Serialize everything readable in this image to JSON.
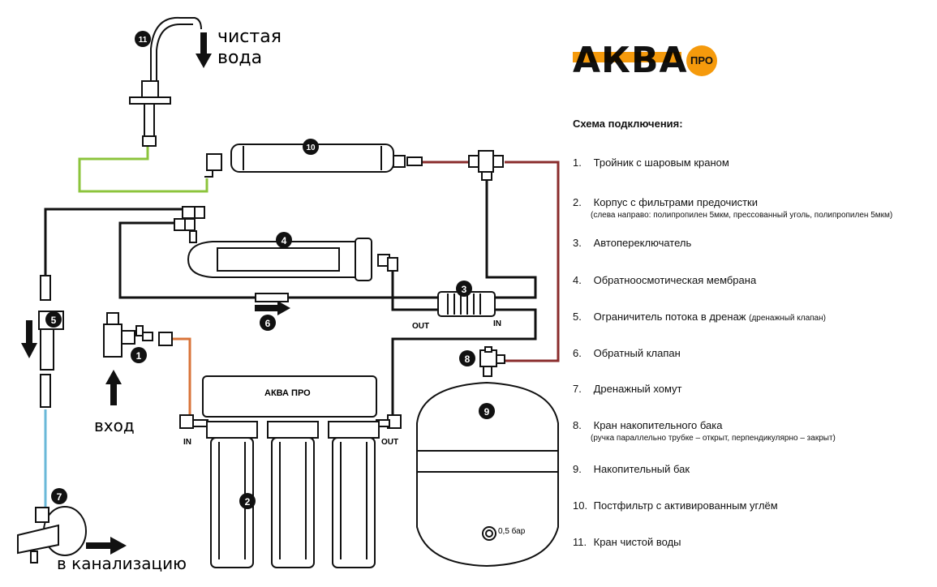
{
  "logo": {
    "text": "АКВА",
    "badge": "ПРО"
  },
  "legend": {
    "title": "Схема подключения:",
    "items": [
      {
        "num": "1.",
        "text": "Тройник с шаровым краном",
        "small": "",
        "sub": ""
      },
      {
        "num": "2.",
        "text": "Корпус с фильтрами предочистки",
        "small": "",
        "sub": "(слева направо: полипропилен 5мкм, прессованный уголь, полипропилен 5мкм)"
      },
      {
        "num": "3.",
        "text": "Автопереключатель",
        "small": "",
        "sub": ""
      },
      {
        "num": "4.",
        "text": "Обратноосмотическая мембрана",
        "small": "",
        "sub": ""
      },
      {
        "num": "5.",
        "text": "Ограничитель потока в дренаж",
        "small": "(дренажный клапан)",
        "sub": ""
      },
      {
        "num": "6.",
        "text": "Обратный клапан",
        "small": "",
        "sub": ""
      },
      {
        "num": "7.",
        "text": "Дренажный хомут",
        "small": "",
        "sub": ""
      },
      {
        "num": "8.",
        "text": "Кран накопительного бака",
        "small": "",
        "sub": "(ручка параллельно трубке – открыт, перпендикулярно – закрыт)"
      },
      {
        "num": "9.",
        "text": "Накопительный бак",
        "small": "",
        "sub": ""
      },
      {
        "num": "10.",
        "text": "Постфильтр с активированным углём",
        "small": "",
        "sub": ""
      },
      {
        "num": "11.",
        "text": "Кран чистой воды",
        "small": "",
        "sub": ""
      }
    ]
  },
  "diagram": {
    "clean_water_line1": "чистая",
    "clean_water_line2": "вода",
    "input_label": "вход",
    "drain_label": "в канализацию",
    "housing_brand": "АКВА ПРО",
    "in_label": "IN",
    "out_label": "OUT",
    "tank_pressure": "0,5 бар",
    "markers": [
      "1",
      "2",
      "3",
      "4",
      "5",
      "6",
      "7",
      "8",
      "9",
      "10",
      "11"
    ]
  },
  "colors": {
    "accent": "#f59a0c",
    "green_tube": "#8cc43c",
    "orange_tube": "#d9743a",
    "red_tube": "#8a2c2c",
    "blue_tube": "#6ab8d8",
    "tube": "#111111"
  }
}
